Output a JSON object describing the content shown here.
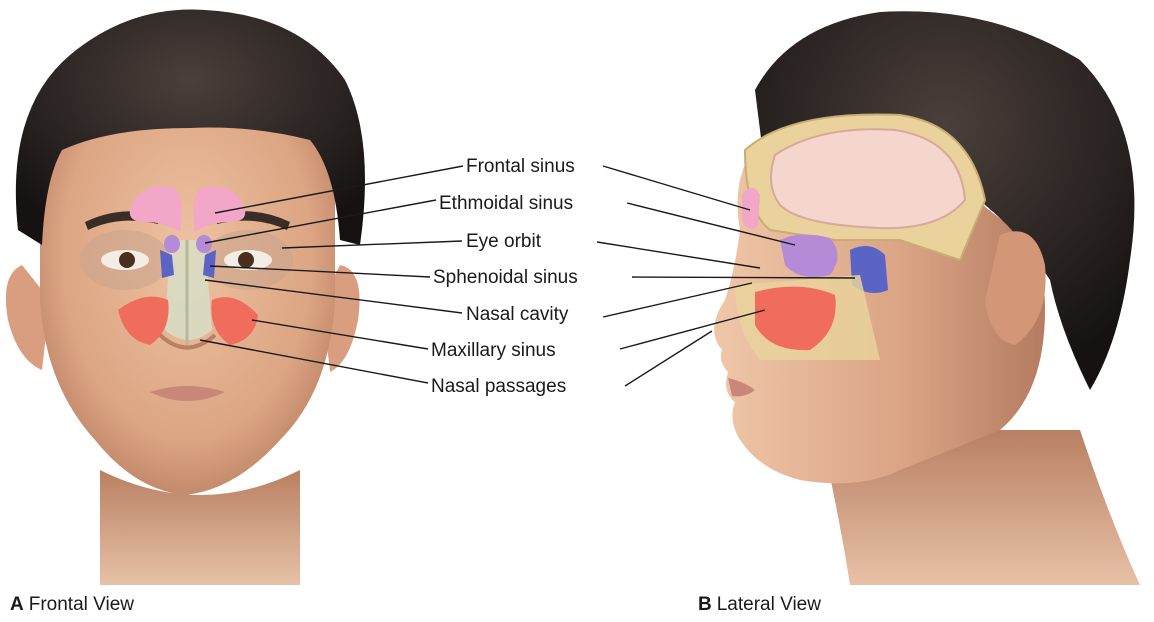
{
  "labels": [
    "Frontal sinus",
    "Ethmoidal sinus",
    "Eye orbit",
    "Sphenoidal sinus",
    "Nasal cavity",
    "Maxillary sinus",
    "Nasal passages"
  ],
  "captions": {
    "a_letter": "A",
    "a_text": "Frontal View",
    "b_letter": "B",
    "b_text": "Lateral View"
  },
  "colors": {
    "frontal_sinus": "#f2a6c8",
    "ethmoidal_sinus": "#b58ad6",
    "sphenoidal_sinus": "#5a64c4",
    "maxillary_sinus": "#f06c5c",
    "nasal_cavity": "#d9dcc4",
    "skin": "#e3b291",
    "hair": "#2a2422"
  }
}
